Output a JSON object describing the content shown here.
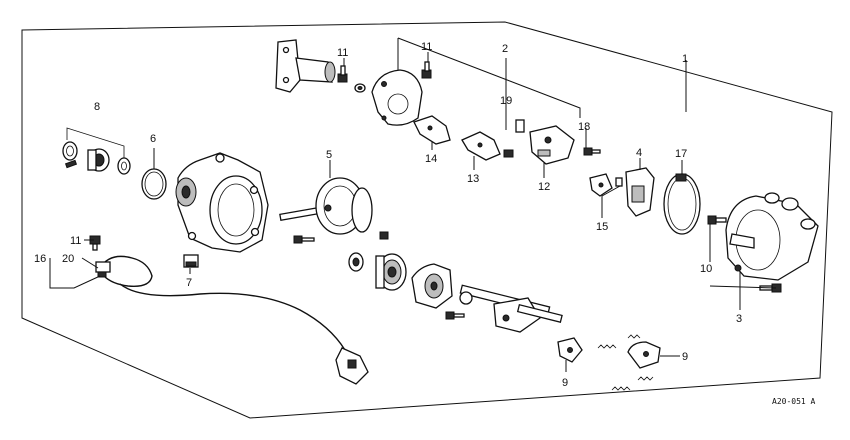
{
  "callouts": {
    "c1": "1",
    "c2": "2",
    "c3": "3",
    "c4": "4",
    "c5": "5",
    "c6": "6",
    "c7": "7",
    "c8": "8",
    "c9a": "9",
    "c9b": "9",
    "c10": "10",
    "c11a": "11",
    "c11b": "11",
    "c11c": "11",
    "c14": "14",
    "c13": "13",
    "c12": "12",
    "c15": "15",
    "c16": "16",
    "c17": "17",
    "c18": "18",
    "c19": "19",
    "c20": "20"
  },
  "reference_code": "A20-051 A",
  "colors": {
    "ink": "#111111",
    "paper": "#ffffff"
  }
}
